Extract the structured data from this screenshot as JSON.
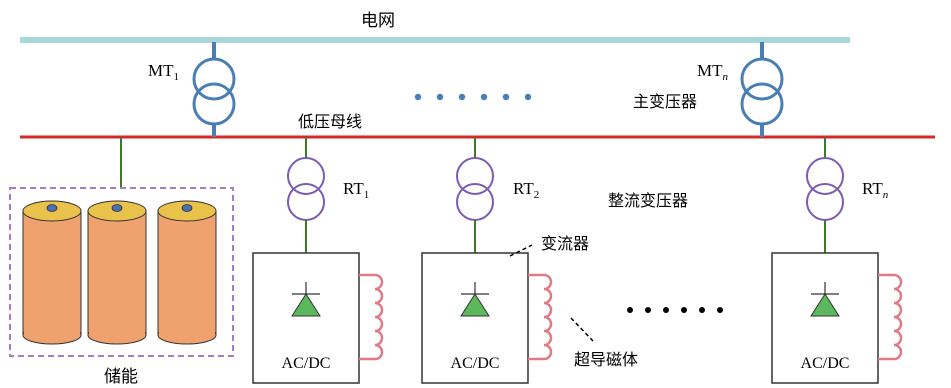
{
  "labels": {
    "grid": "电网",
    "main_transformer_1": "MT",
    "main_transformer_1_sub": "1",
    "main_transformer_n": "MT",
    "main_transformer_n_sub": "n",
    "main_transformer_caption": "主变压器",
    "low_voltage_bus": "低压母线",
    "rectifier_transformer_1": "RT",
    "rectifier_transformer_1_sub": "1",
    "rectifier_transformer_2": "RT",
    "rectifier_transformer_2_sub": "2",
    "rectifier_transformer_n": "RT",
    "rectifier_transformer_n_sub": "n",
    "rectifier_transformer_caption": "整流变压器",
    "converter_caption": "变流器",
    "superconducting_magnet_caption": "超导磁体",
    "energy_storage": "储能",
    "converter_1": "AC/DC",
    "converter_2": "AC/DC",
    "converter_n": "AC/DC"
  },
  "colors": {
    "grid_line": "#a8d8dc",
    "bus_line": "#d8282a",
    "main_transformer": "#4a7fb5",
    "rectifier_transformer": "#7b5bb5",
    "connector": "#3d7a2a",
    "magnet_coil": "#e07a84",
    "diode": "#5cb85c",
    "battery_body": "#efa26e",
    "battery_top": "#e8c24a",
    "storage_frame": "#a57cc9",
    "dots": "#4a7fb5"
  }
}
